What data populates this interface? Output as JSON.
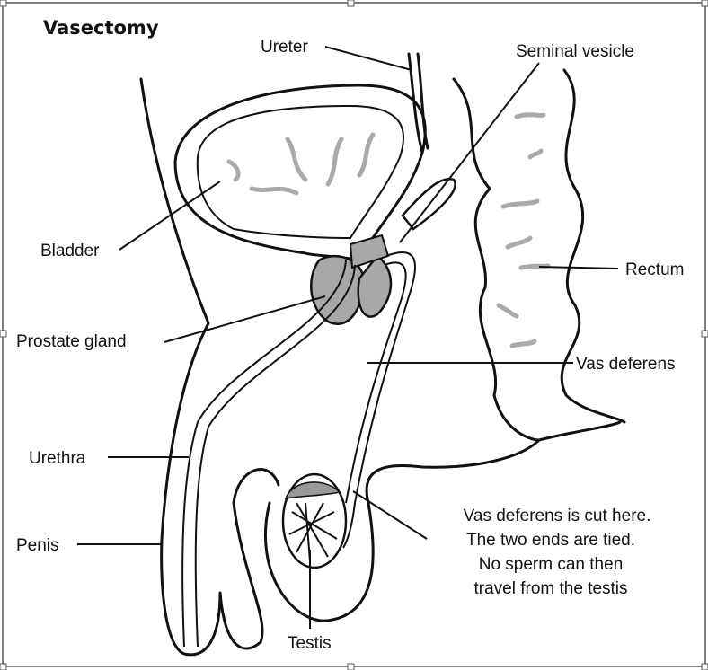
{
  "title": "Vasectomy",
  "labels": {
    "ureter": "Ureter",
    "seminal_vesicle": "Seminal vesicle",
    "bladder": "Bladder",
    "rectum": "Rectum",
    "prostate_gland": "Prostate gland",
    "vas_deferens": "Vas deferens",
    "urethra": "Urethra",
    "penis": "Penis",
    "testis": "Testis"
  },
  "note_lines": [
    "Vas deferens is cut here.",
    "The two ends are tied.",
    "No sperm can then",
    "travel from the testis"
  ],
  "colors": {
    "prostate": "#a8a8a8",
    "folds": "#aaaaaa",
    "frame": "#555555"
  }
}
